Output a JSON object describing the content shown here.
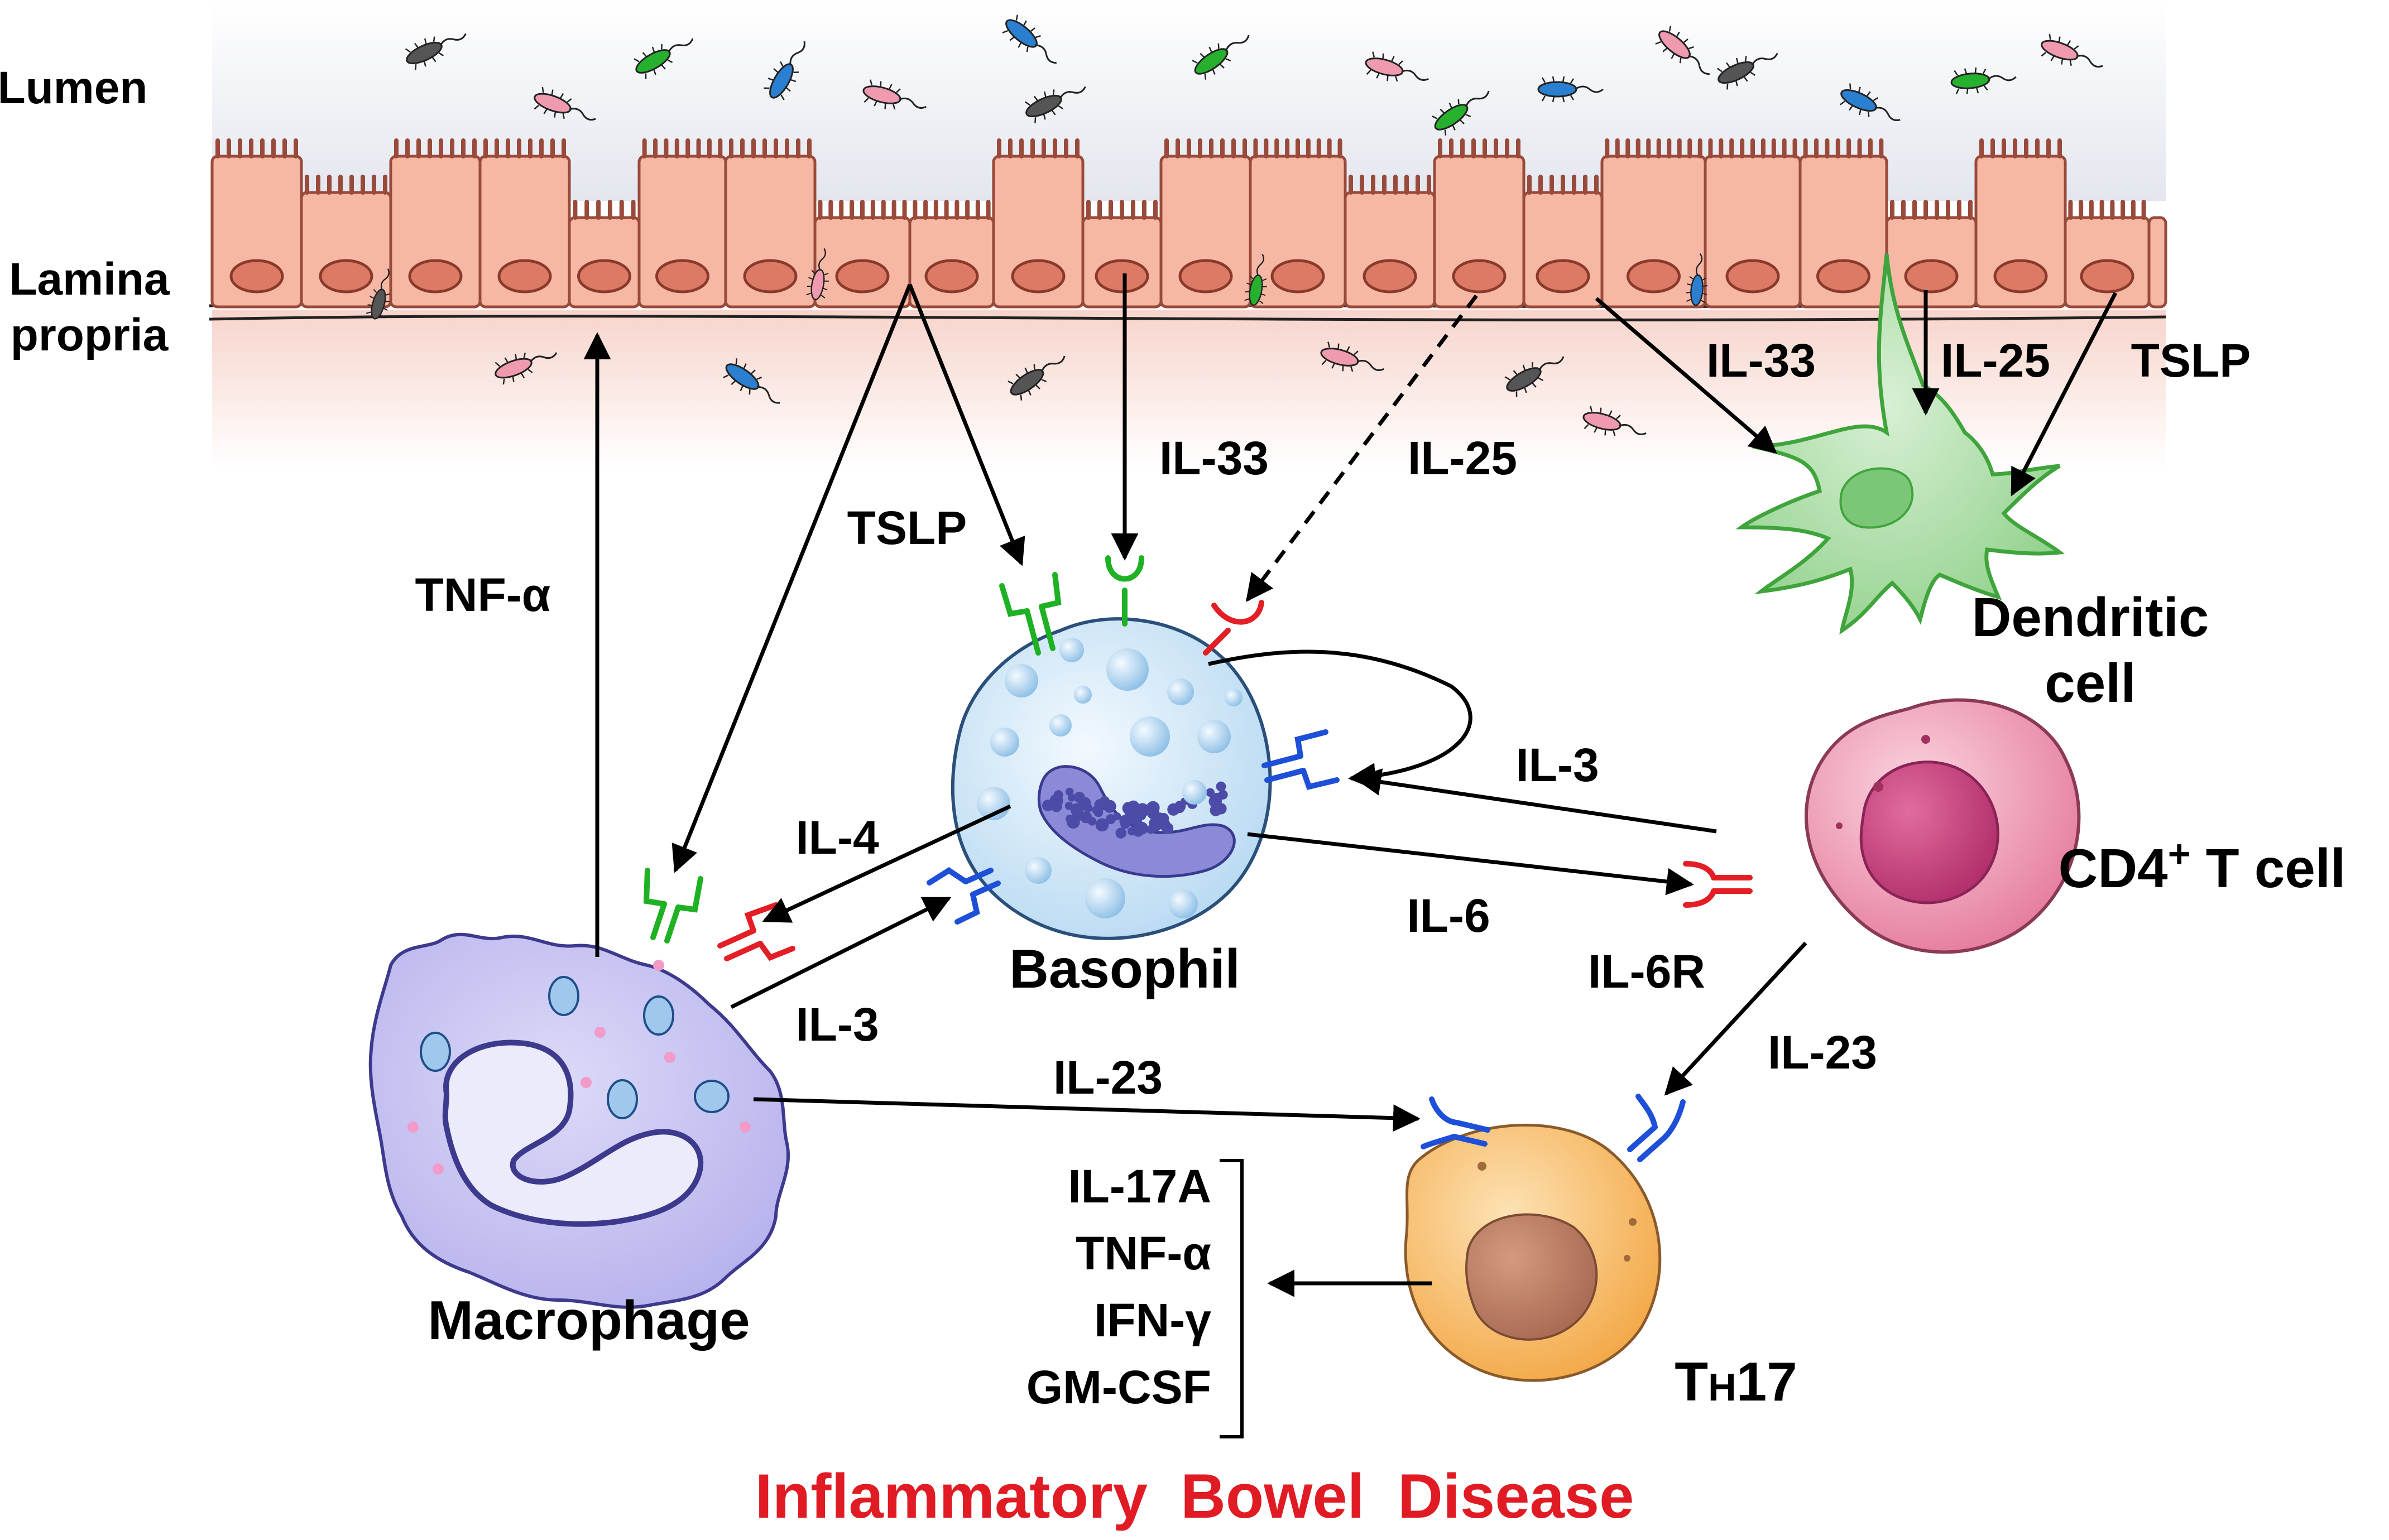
{
  "regions": {
    "lumen": "Lumen",
    "lamina_line1": "Lamina",
    "lamina_line2": "propria"
  },
  "cells": {
    "basophil": "Basophil",
    "macrophage": "Macrophage",
    "dendritic_line1": "Dendritic",
    "dendritic_line2": "cell",
    "cd4_main": "CD4",
    "cd4_sup": "+",
    "cd4_tail": " T cell",
    "th17_main": "T",
    "th17_sub": "H",
    "th17_num": "17"
  },
  "signals": {
    "tnf_alpha": "TNF-α",
    "tslp_left": "TSLP",
    "il33_center": "IL-33",
    "il25_center": "IL-25",
    "il33_right": "IL-33",
    "il25_right": "IL-25",
    "tslp_right": "TSLP",
    "il3_upper": "IL-3",
    "il4": "IL-4",
    "il3_lower": "IL-3",
    "il6": "IL-6",
    "il6r": "IL-6R",
    "il23_left": "IL-23",
    "il23_right": "IL-23"
  },
  "th17_products": [
    "IL-17A",
    "TNF-α",
    "IFN-γ",
    "GM-CSF"
  ],
  "title": "Inflammatory Bowel Disease",
  "colors": {
    "title_red": "#e01b24",
    "receptor_green": "#1fb124",
    "receptor_red": "#e31e24",
    "receptor_blue": "#1d4fd8",
    "epithelium": "#f6b8a4",
    "basophil": "#cde6f7",
    "macrophage": "#c8c4f2",
    "dendritic": "#a9dfa5",
    "cd4": "#ef8eab",
    "th17": "#f8bd6a"
  }
}
